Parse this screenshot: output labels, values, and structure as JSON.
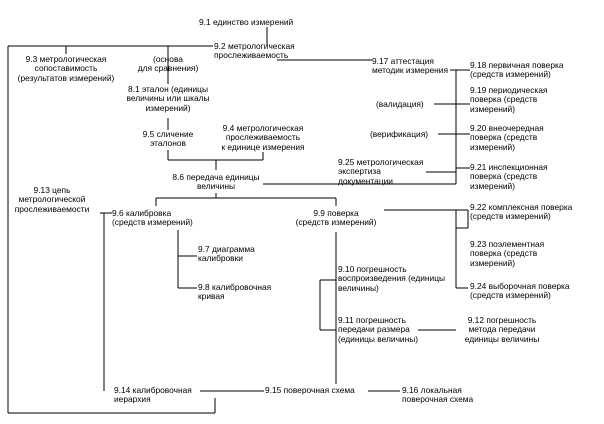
{
  "diagram": {
    "nodes": [
      "9.1 единство измерений",
      "9.2 метрологическая\nпрослеживаемость",
      "9.3 метрологическая\nсопоставимость\n(результатов измерений)",
      "(основа\nдля сравнения)",
      "8.1 эталон (единицы\nвеличины или шкалы\nизмерений)",
      "9.5 сличение\nэталонов",
      "9.4 метрологическая\nпрослеживаемость\nк единице измерения",
      "8.6 передача единицы\nвеличины",
      "9.13 цепь\nметрологической\nпрослеживаемости",
      "9.6 калибровка\n(средств измерений)",
      "9.7 диаграмма\nкалибровки",
      "9.8 калибровочная\nкривая",
      "9.9 поверка\n(средств измерений)",
      "9.10 погрешность\nвоспроизведения (единицы\nвеличины)",
      "9.11 погрешность\nпередачи размера\n(единицы величины)",
      "9.12 погрешность\nметода передачи\nединицы величины",
      "9.14 калибровочная\nиерархия",
      "9.15 поверочная схема",
      "9.16 локальная\nповерочная схема",
      "9.17 аттестация\nметодик измерения",
      "(валидация)",
      "(верификация)",
      "9.25 метрологическая\nэкспертиза\nдокументации",
      "9.18 первичная поверка\n(средств измерений)",
      "9.19 периодическая\nповерка (средств\nизмерений)",
      "9.20 внеочередная\nповерка (средств\nизмерений)",
      "9.21 инспекционная\nповерка (средств\nизмерений)",
      "9.22 комплексная поверка\n(средств измерений)",
      "9.23 поэлементная\nповерка (средств\nизмерений)",
      "9.24 выборочная поверка\n(средств измерений)"
    ]
  }
}
